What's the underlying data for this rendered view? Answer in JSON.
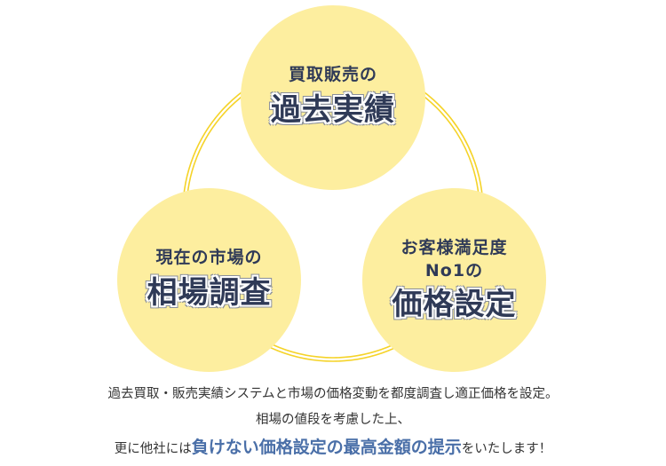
{
  "diagram": {
    "colors": {
      "circle_fill": "#fdee9f",
      "ring": "#f5d328",
      "heading": "#2f3a57",
      "body_text": "#333333",
      "highlight": "#4a6fa8"
    },
    "circles": [
      {
        "position": "top",
        "subtitle_lines": [
          "買取販売の"
        ],
        "title": "過去実績"
      },
      {
        "position": "left",
        "subtitle_lines": [
          "現在の市場の"
        ],
        "title": "相場調査"
      },
      {
        "position": "right",
        "subtitle_lines": [
          "お客様満足度",
          "No1の"
        ],
        "title": "価格設定"
      }
    ]
  },
  "description": {
    "line1": "過去買取・販売実績システムと市場の価格変動を都度調査し適正価格を設定。",
    "line2": "相場の値段を考慮した上、",
    "line3_prefix": "更に他社には",
    "line3_highlight": "負けない価格設定の最高金額の提示",
    "line3_suffix": "をいたします！"
  }
}
